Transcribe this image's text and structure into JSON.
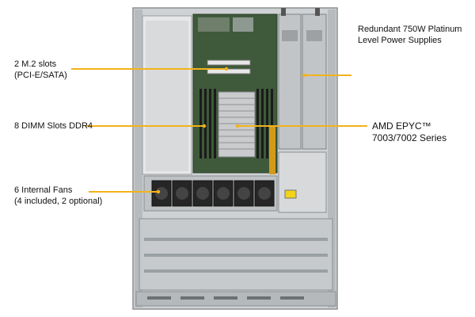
{
  "callouts": {
    "m2": {
      "line1": "2 M.2 slots",
      "line2": "(PCI-E/SATA)"
    },
    "dimm": {
      "line1": "8 DIMM Slots DDR4"
    },
    "fans": {
      "line1": "6 Internal  Fans",
      "line2": "(4 included, 2 optional)"
    },
    "psu": {
      "line1": "Redundant 750W Platinum",
      "line2": "Level Power Supplies"
    },
    "cpu": {
      "line1": "AMD EPYC™",
      "line2": "7003/7002 Series"
    }
  },
  "colors": {
    "callout_line": "#f2b21b",
    "chassis": "#bfc3c6",
    "board": "#3f5a3a"
  }
}
